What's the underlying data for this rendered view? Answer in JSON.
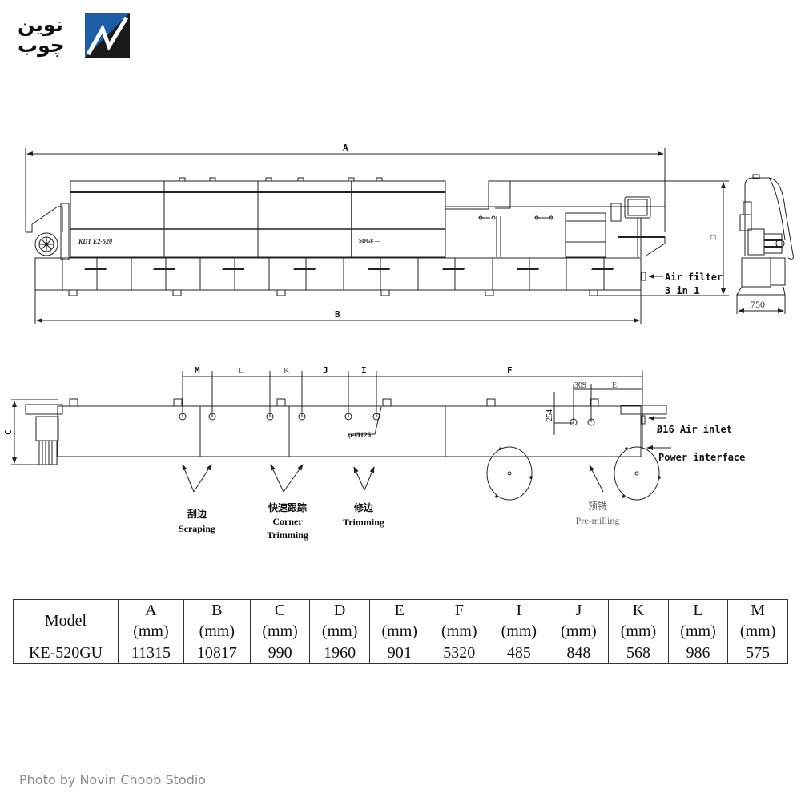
{
  "logo": {
    "line1": "نوین",
    "line2": "چوب",
    "brand_colors": {
      "blue": "#1d5fa6",
      "dark": "#1a1a1a"
    }
  },
  "top_view": {
    "dimension_labels": {
      "overall_length": "A",
      "base_length": "B",
      "height": "D",
      "side_width_value": "750"
    },
    "notes": {
      "air_filter_line1": "Air filter",
      "air_filter_line2": "3 in 1"
    }
  },
  "plan_view": {
    "dimension_labels": {
      "m": "M",
      "l": "L",
      "k": "K",
      "j": "J",
      "i": "I",
      "f": "F",
      "e": "E",
      "c": "C"
    },
    "values": {
      "spacing": "309",
      "offset": "254",
      "hole": "φ-Ø126"
    },
    "notes": {
      "air_inlet": "Ø16 Air inlet",
      "power": "Power interface"
    },
    "stations": [
      {
        "cn": "刮边",
        "en": [
          "Scraping"
        ]
      },
      {
        "cn": "快速跟踪",
        "en": [
          "Corner",
          "Trimming"
        ]
      },
      {
        "cn": "修边",
        "en": [
          "Trimming"
        ]
      },
      {
        "cn": "预铣",
        "en": [
          "Pre-milling"
        ]
      }
    ]
  },
  "spec_table": {
    "headers": [
      {
        "label": "Model",
        "unit": ""
      },
      {
        "label": "A",
        "unit": "(mm)"
      },
      {
        "label": "B",
        "unit": "(mm)"
      },
      {
        "label": "C",
        "unit": "(mm)"
      },
      {
        "label": "D",
        "unit": "(mm)"
      },
      {
        "label": "E",
        "unit": "(mm)"
      },
      {
        "label": "F",
        "unit": "(mm)"
      },
      {
        "label": "I",
        "unit": "(mm)"
      },
      {
        "label": "J",
        "unit": "(mm)"
      },
      {
        "label": "K",
        "unit": "(mm)"
      },
      {
        "label": "L",
        "unit": "(mm)"
      },
      {
        "label": "M",
        "unit": "(mm)"
      }
    ],
    "rows": [
      [
        "KE-520GU",
        "11315",
        "10817",
        "990",
        "1960",
        "901",
        "5320",
        "485",
        "848",
        "568",
        "986",
        "575"
      ]
    ]
  },
  "credit": "Photo by Novin Choob Stodio"
}
